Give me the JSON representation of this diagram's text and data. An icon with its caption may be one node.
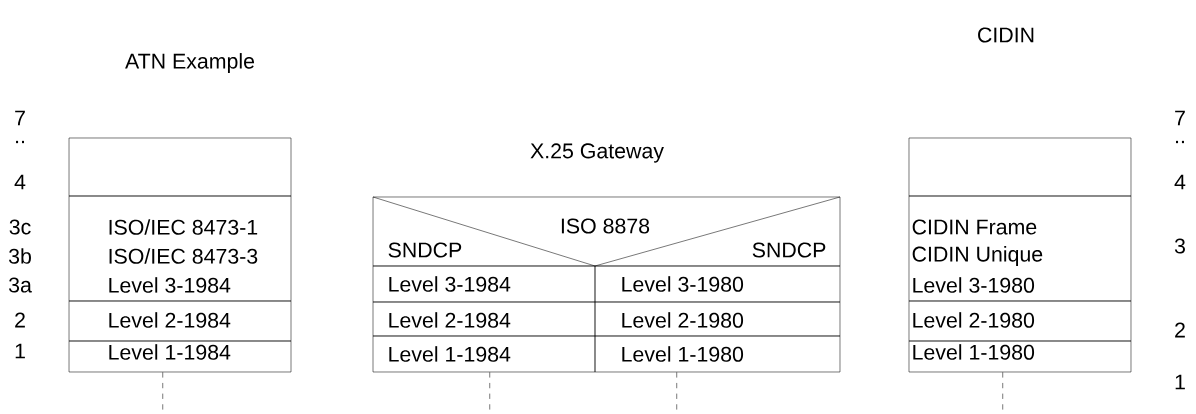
{
  "diagram": {
    "nodes": [
      {
        "text": [],
        "shape": "box"
      },
      {
        "text": [
          "ISO/IEC 8473-1",
          "ISO/IEC 8473-3",
          "Level 3-1984"
        ]
      },
      {
        "text": [
          "Level 2-1984"
        ]
      },
      {
        "text": [
          "Level 1-1984"
        ]
      },
      {
        "text": [
          "ISO 8878",
          "SNDCP",
          "SNDCP"
        ]
      },
      {
        "text": [
          "Level 3-1984"
        ]
      },
      {
        "text": [
          "Level 3-1980"
        ]
      },
      {
        "text": [
          "Level 2-1984"
        ]
      },
      {
        "text": [
          "Level 2-1980"
        ]
      },
      {
        "text": [
          "Level 1-1984"
        ]
      },
      {
        "text": [
          "Level 1-1980"
        ]
      },
      {
        "text": [],
        "shape": "box"
      },
      {
        "text": [
          "CIDIN Frame",
          "CIDIN Unique",
          "Level 3-1980"
        ]
      },
      {
        "text": [
          "Level 2-1980"
        ]
      },
      {
        "text": [
          "Level 1-1980"
        ]
      }
    ],
    "edges": [
      {
        "from": 3,
        "to": null,
        "arrow": "none",
        "style": "dashed"
      },
      {
        "from": 9,
        "to": null,
        "arrow": "none",
        "style": "dashed"
      },
      {
        "from": 10,
        "to": null,
        "arrow": "none",
        "style": "dashed"
      },
      {
        "from": 14,
        "to": null,
        "arrow": "none",
        "style": "dashed"
      }
    ],
    "labels": [
      "ATN Example",
      "CIDIN",
      "X.25 Gateway",
      "7",
      "..",
      "4",
      "3c",
      "3b",
      "3a",
      "2",
      "1",
      "7",
      "..",
      "4",
      "3",
      "2",
      "1"
    ]
  }
}
